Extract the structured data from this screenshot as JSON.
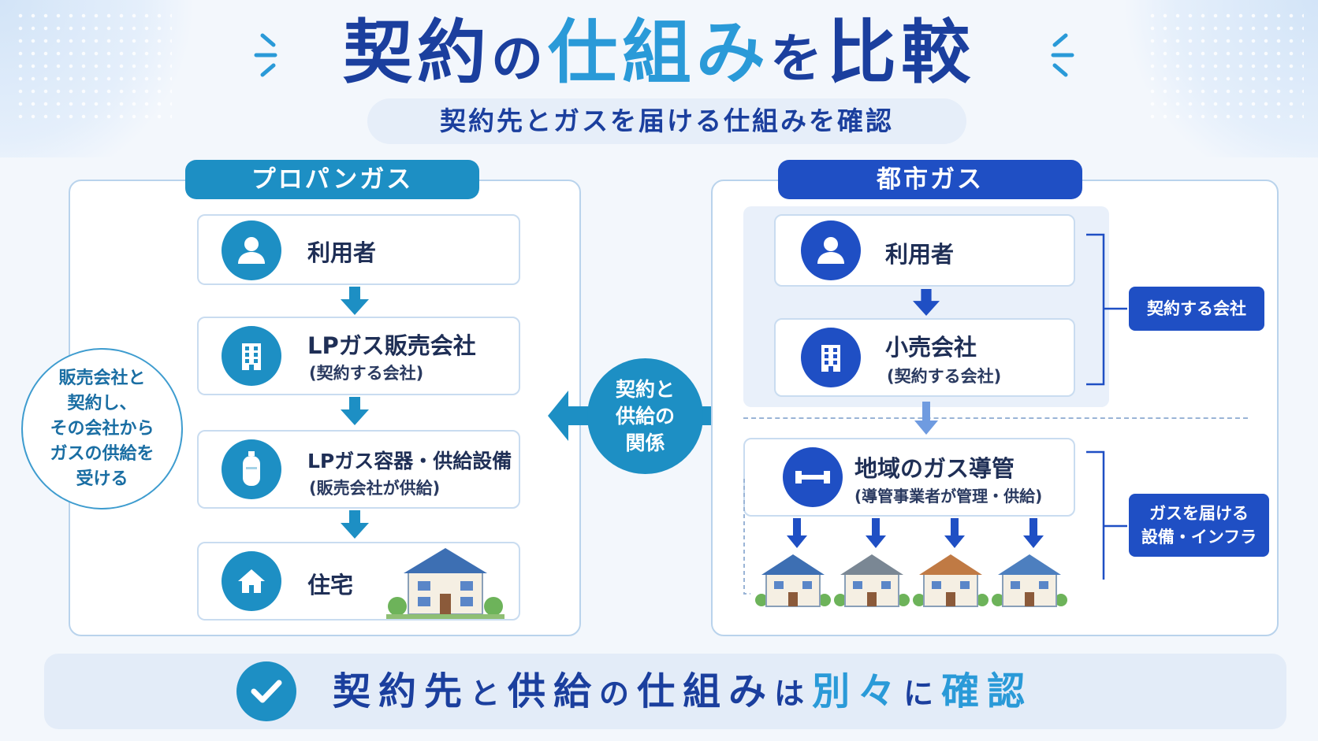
{
  "title": {
    "part1": "契約",
    "part2": "の",
    "part3": "仕組み",
    "part4": "を",
    "part5": "比較"
  },
  "subtitle": "契約先とガスを届ける仕組みを確認",
  "left_panel": {
    "header": "プロパンガス",
    "nodes": [
      {
        "label": "利用者",
        "sub": "",
        "icon": "user-icon"
      },
      {
        "label": "LPガス販売会社",
        "sub": "(契約する会社)",
        "icon": "building-icon"
      },
      {
        "label": "LPガス容器・供給設備",
        "sub": "(販売会社が供給)",
        "icon": "gas-cylinder-icon"
      },
      {
        "label": "住宅",
        "sub": "",
        "icon": "house-icon"
      }
    ],
    "side_note": [
      "販売会社と",
      "契約し、",
      "その会社から",
      "ガスの供給を",
      "受ける"
    ]
  },
  "center": [
    "契約と",
    "供給の",
    "関係"
  ],
  "right_panel": {
    "header": "都市ガス",
    "nodes": [
      {
        "label": "利用者",
        "sub": "",
        "icon": "user-icon"
      },
      {
        "label": "小売会社",
        "sub": "(契約する会社)",
        "icon": "building-icon"
      },
      {
        "label": "地域のガス導管",
        "sub": "(導管事業者が管理・供給)",
        "icon": "pipe-icon"
      }
    ],
    "tags": [
      {
        "lines": [
          "契約する会社"
        ]
      },
      {
        "lines": [
          "ガスを届ける",
          "設備・インフラ"
        ]
      }
    ]
  },
  "bottom": {
    "part1": "契約先",
    "part2": "と",
    "part3": "供給",
    "part4": "の",
    "part5": "仕組み",
    "part6": "は",
    "part7": "別々",
    "part8": "に",
    "part9": "確認",
    "icon": "check-icon"
  },
  "colors": {
    "teal": "#1d8fc4",
    "navy": "#1f4fc4",
    "title_dark": "#1b3f9e",
    "title_light": "#2a9ad8"
  }
}
